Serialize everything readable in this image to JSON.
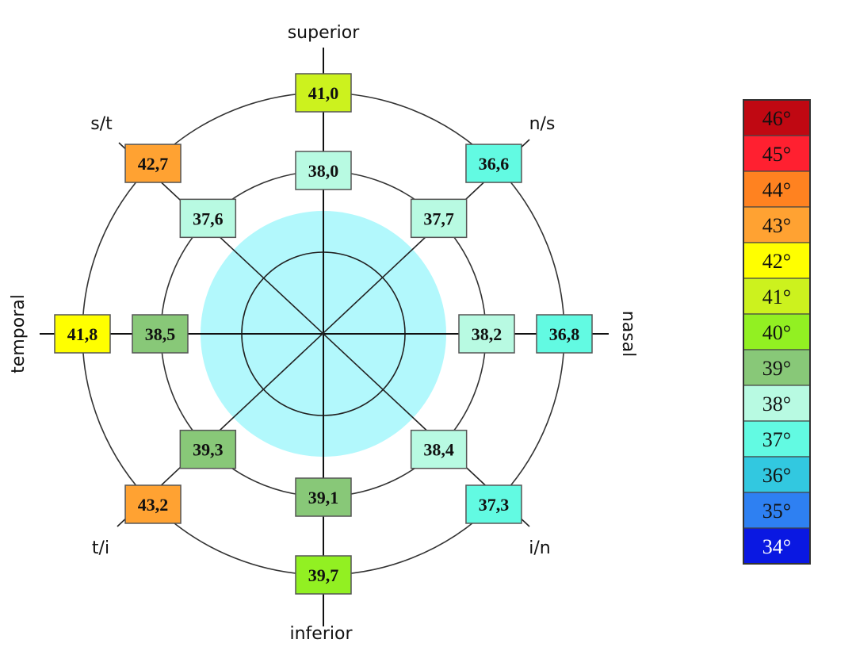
{
  "labels": {
    "superior": "superior",
    "inferior": "inferior",
    "temporal": "temporal",
    "nasal": "nasal",
    "st": "s/t",
    "ns": "n/s",
    "ti": "t/i",
    "in": "i/n"
  },
  "measurements": [
    {
      "region": "superior",
      "ring": "outer",
      "angle": 90,
      "value": "41,0"
    },
    {
      "region": "superior",
      "ring": "inner",
      "angle": 90,
      "value": "38,0"
    },
    {
      "region": "s/t",
      "ring": "outer",
      "angle": 135,
      "value": "42,7"
    },
    {
      "region": "s/t",
      "ring": "inner",
      "angle": 135,
      "value": "37,6"
    },
    {
      "region": "n/s",
      "ring": "outer",
      "angle": 45,
      "value": "36,6"
    },
    {
      "region": "n/s",
      "ring": "inner",
      "angle": 45,
      "value": "37,7"
    },
    {
      "region": "temporal",
      "ring": "outer",
      "angle": 180,
      "value": "41,8"
    },
    {
      "region": "temporal",
      "ring": "inner",
      "angle": 180,
      "value": "38,5"
    },
    {
      "region": "nasal",
      "ring": "outer",
      "angle": 0,
      "value": "36,8"
    },
    {
      "region": "nasal",
      "ring": "inner",
      "angle": 0,
      "value": "38,2"
    },
    {
      "region": "t/i",
      "ring": "outer",
      "angle": 225,
      "value": "43,2"
    },
    {
      "region": "t/i",
      "ring": "inner",
      "angle": 225,
      "value": "39,3"
    },
    {
      "region": "i/n",
      "ring": "outer",
      "angle": 315,
      "value": "37,3"
    },
    {
      "region": "i/n",
      "ring": "inner",
      "angle": 315,
      "value": "38,4"
    },
    {
      "region": "inferior",
      "ring": "outer",
      "angle": 270,
      "value": "39,7"
    },
    {
      "region": "inferior",
      "ring": "inner",
      "angle": 270,
      "value": "39,1"
    }
  ],
  "legend": [
    {
      "label": "46°",
      "temp": 46,
      "color": "#c00812",
      "text": "#111111"
    },
    {
      "label": "45°",
      "temp": 45,
      "color": "#ff2030",
      "text": "#111111"
    },
    {
      "label": "44°",
      "temp": 44,
      "color": "#ff8220",
      "text": "#111111"
    },
    {
      "label": "43°",
      "temp": 43,
      "color": "#ffa232",
      "text": "#111111"
    },
    {
      "label": "42°",
      "temp": 42,
      "color": "#ffff00",
      "text": "#111111"
    },
    {
      "label": "41°",
      "temp": 41,
      "color": "#ccf21e",
      "text": "#111111"
    },
    {
      "label": "40°",
      "temp": 40,
      "color": "#92f022",
      "text": "#111111"
    },
    {
      "label": "39°",
      "temp": 39,
      "color": "#88c878",
      "text": "#111111"
    },
    {
      "label": "38°",
      "temp": 38,
      "color": "#b8fae2",
      "text": "#111111"
    },
    {
      "label": "37°",
      "temp": 37,
      "color": "#62fae2",
      "text": "#111111"
    },
    {
      "label": "36°",
      "temp": 36,
      "color": "#32c8e0",
      "text": "#111111"
    },
    {
      "label": "35°",
      "temp": 35,
      "color": "#2e80f2",
      "text": "#111111"
    },
    {
      "label": "34°",
      "temp": 34,
      "color": "#0a18e2",
      "text": "#ffffff"
    }
  ],
  "colors": {
    "center_disc": "#b2f8fc",
    "lines": "#222222"
  }
}
